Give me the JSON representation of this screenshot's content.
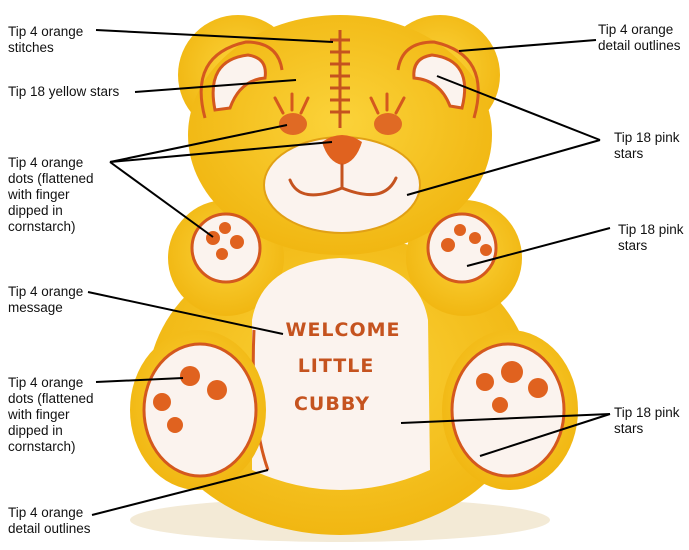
{
  "callouts": [
    {
      "id": "stitches",
      "text": "Tip 4 orange\nstitches"
    },
    {
      "id": "yellow-stars",
      "text": "Tip 18 yellow stars"
    },
    {
      "id": "dots-top",
      "text": "Tip 4 orange\ndots (flattened\nwith finger\ndipped in\ncornstarch)"
    },
    {
      "id": "message",
      "text": "Tip 4 orange\nmessage"
    },
    {
      "id": "dots-bottom",
      "text": "Tip 4 orange\ndots (flattened\nwith finger\ndipped in\ncornstarch)"
    },
    {
      "id": "outlines-bottom",
      "text": "Tip 4 orange\ndetail outlines"
    },
    {
      "id": "outlines-top",
      "text": "Tip 4 orange\ndetail outlines"
    },
    {
      "id": "pink-stars-ears",
      "text": "Tip 18 pink\nstars"
    },
    {
      "id": "pink-stars-paws",
      "text": "Tip 18 pink\nstars"
    },
    {
      "id": "pink-stars-belly",
      "text": "Tip 18 pink\nstars"
    }
  ],
  "cake_message": [
    "WELCOME",
    "LITTLE",
    "CUBBY"
  ],
  "colors": {
    "yellow_icing": "#f7c21a",
    "orange_detail": "#d4581e",
    "white_icing": "#fbf3ee",
    "leader_line": "#000000"
  }
}
